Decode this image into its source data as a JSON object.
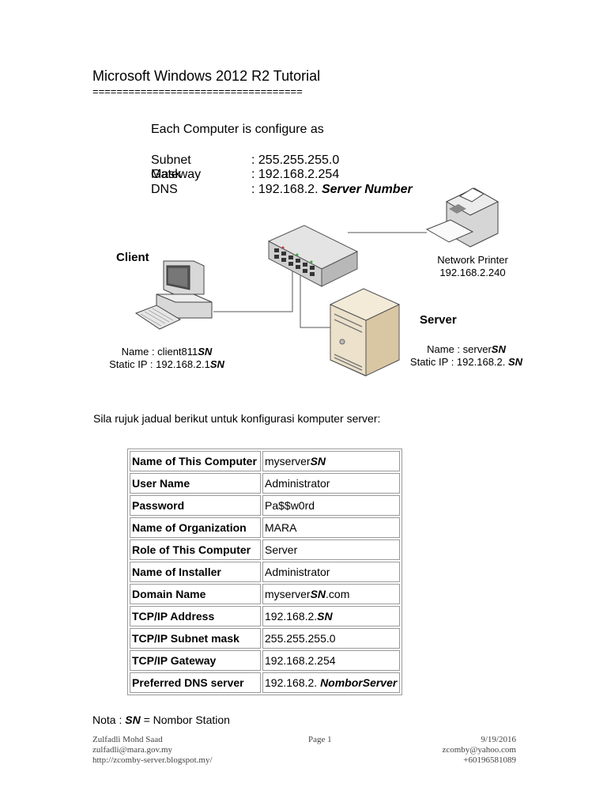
{
  "title": "Microsoft Windows 2012 R2 Tutorial",
  "title_rule": "===================================",
  "intro": "Each Computer is configure as",
  "config": [
    {
      "label": "Subnet Mask",
      "value": ": 255.255.255.0",
      "suffix": ""
    },
    {
      "label": "Gateway",
      "value": ": 192.168.2.254",
      "suffix": ""
    },
    {
      "label": "DNS",
      "value": ": 192.168.2. ",
      "suffix": "Server Number"
    }
  ],
  "network": {
    "client": {
      "heading": "Client",
      "name_prefix": "Name : client811",
      "name_suffix": "SN",
      "ip_prefix": "Static IP : 192.168.2.1",
      "ip_suffix": "SN"
    },
    "printer": {
      "label": "Network Printer",
      "ip": "192.168.2.240"
    },
    "server": {
      "heading": "Server",
      "name_prefix": "Name : server",
      "name_suffix": "SN",
      "ip_prefix": "Static IP : 192.168.2. ",
      "ip_suffix": "SN"
    }
  },
  "instruction": "Sila rujuk jadual berikut untuk konfigurasi komputer server:",
  "table": [
    {
      "key": "Name of This Computer",
      "value": "myserver",
      "em": "SN",
      "tail": ""
    },
    {
      "key": "User Name",
      "value": "Administrator",
      "em": "",
      "tail": ""
    },
    {
      "key": "Password",
      "value": "Pa$$w0rd",
      "em": "",
      "tail": ""
    },
    {
      "key": "Name of Organization",
      "value": "MARA",
      "em": "",
      "tail": ""
    },
    {
      "key": "Role of This Computer",
      "value": "Server",
      "em": "",
      "tail": ""
    },
    {
      "key": "Name of Installer",
      "value": "Administrator",
      "em": "",
      "tail": ""
    },
    {
      "key": "Domain Name",
      "value": "myserver",
      "em": "SN",
      "tail": ".com"
    },
    {
      "key": "TCP/IP Address",
      "value": "192.168.2.",
      "em": "SN",
      "tail": ""
    },
    {
      "key": "TCP/IP Subnet mask",
      "value": "255.255.255.0",
      "em": "",
      "tail": ""
    },
    {
      "key": "TCP/IP Gateway",
      "value": "192.168.2.254",
      "em": "",
      "tail": ""
    },
    {
      "key": "Preferred DNS server",
      "value": "192.168.2. ",
      "em": "NomborServer",
      "tail": ""
    }
  ],
  "note": {
    "prefix": "Nota : ",
    "em": "SN",
    "suffix": " = Nombor Station"
  },
  "footer": {
    "author": "Zulfadli Mohd Saad",
    "email1": "zulfadli@mara.gov.my",
    "url": "http://zcomby-server.blogspot.my/",
    "page": "Page 1",
    "date": "9/19/2016",
    "email2": "zcomby@yahoo.com",
    "phone": "+60196581089"
  }
}
